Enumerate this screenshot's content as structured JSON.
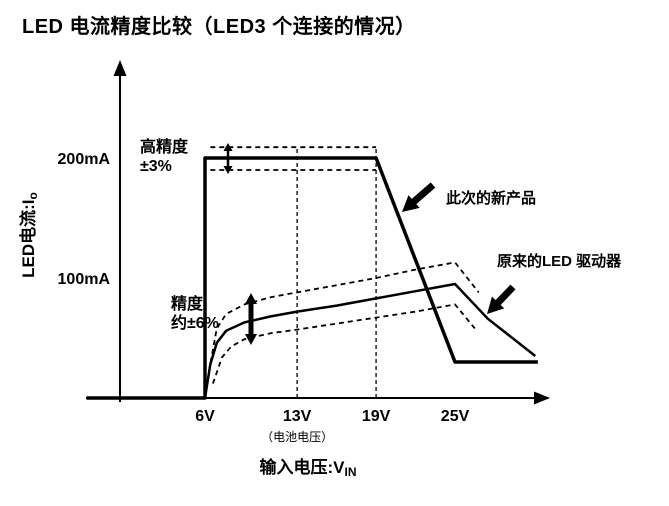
{
  "chart_data": {
    "type": "line",
    "title": "LED 电流精度比较（LED3 个连接的情况）",
    "xlabel": "输入电压:V",
    "xlabel_sub": "IN",
    "xlabel_full": "输入电压:VIN",
    "ylabel": "LED电流:I",
    "ylabel_sub": "o",
    "ylabel_full": "LED电流:Io",
    "x_axis_note": "（电池电压）",
    "x_ticks": [
      {
        "label": "6V",
        "value": 6
      },
      {
        "label": "13V",
        "value": 13
      },
      {
        "label": "19V",
        "value": 19
      },
      {
        "label": "25V",
        "value": 25
      }
    ],
    "y_ticks": [
      {
        "label": "200mA",
        "value": 200
      },
      {
        "label": "100mA",
        "value": 100
      }
    ],
    "xlim": [
      -3,
      31.5
    ],
    "ylim": [
      0,
      270
    ],
    "grid": false,
    "reference_lines": [
      {
        "label": "13V",
        "value": 13,
        "to": 209
      },
      {
        "label": "19V",
        "value": 19,
        "to": 209
      }
    ],
    "series": [
      {
        "name": "new-product",
        "label": "此次的新产品",
        "style": "solid",
        "width": 3.5,
        "points": [
          [
            -3,
            0
          ],
          [
            6,
            0
          ],
          [
            6,
            200
          ],
          [
            19,
            200
          ],
          [
            25,
            30
          ],
          [
            31.3,
            30
          ]
        ]
      },
      {
        "name": "new-product-tolerance-upper",
        "label": "±3%上限",
        "style": "dashed",
        "width": 1.8,
        "points": [
          [
            6.4,
            209
          ],
          [
            19,
            209
          ]
        ]
      },
      {
        "name": "new-product-tolerance-lower",
        "label": "±3%下限",
        "style": "dashed",
        "width": 1.8,
        "points": [
          [
            6.4,
            190
          ],
          [
            19,
            190
          ]
        ]
      },
      {
        "name": "old-driver",
        "label": "原来的LED 驱动器",
        "style": "solid",
        "width": 2.5,
        "points": [
          [
            6,
            0
          ],
          [
            6.4,
            28
          ],
          [
            6.9,
            46
          ],
          [
            7.6,
            56
          ],
          [
            9,
            63
          ],
          [
            11,
            68
          ],
          [
            13,
            72
          ],
          [
            16,
            77
          ],
          [
            19,
            83
          ],
          [
            22,
            89
          ],
          [
            25,
            95
          ],
          [
            27.5,
            66
          ],
          [
            31.1,
            35
          ]
        ]
      },
      {
        "name": "old-driver-tolerance-upper",
        "label": "约±6%上限",
        "style": "dashed",
        "width": 1.8,
        "points": [
          [
            6.3,
            22
          ],
          [
            6.9,
            58
          ],
          [
            7.6,
            70
          ],
          [
            9,
            78
          ],
          [
            11,
            84
          ],
          [
            13,
            88
          ],
          [
            16,
            94
          ],
          [
            19,
            100
          ],
          [
            22,
            107
          ],
          [
            25,
            113
          ],
          [
            26.8,
            88
          ]
        ]
      },
      {
        "name": "old-driver-tolerance-lower",
        "label": "约±6%下限",
        "style": "dashed",
        "width": 1.8,
        "points": [
          [
            6.6,
            12
          ],
          [
            7.3,
            34
          ],
          [
            8,
            43
          ],
          [
            9,
            49
          ],
          [
            11,
            54
          ],
          [
            13,
            57
          ],
          [
            16,
            62
          ],
          [
            19,
            67
          ],
          [
            22,
            72
          ],
          [
            25,
            78
          ],
          [
            26.5,
            58
          ]
        ]
      }
    ],
    "annotations": [
      {
        "id": "tolerance-new",
        "lines": [
          "高精度",
          "±3%"
        ],
        "target": "new-product-tolerance-band"
      },
      {
        "id": "tolerance-old",
        "lines": [
          "精度",
          "约±6%"
        ],
        "target": "old-driver-tolerance-band"
      },
      {
        "id": "label-new-product",
        "lines": [
          "此次的新产品"
        ],
        "target": "new-product"
      },
      {
        "id": "label-old-driver",
        "lines": [
          "原来的LED 驱动器"
        ],
        "target": "old-driver"
      }
    ]
  }
}
